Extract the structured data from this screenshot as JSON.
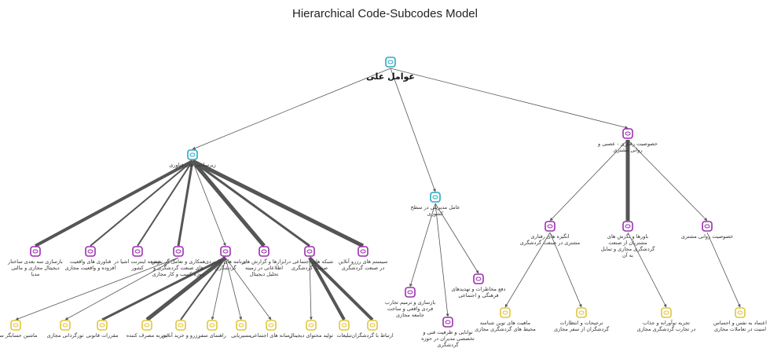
{
  "title": "Hierarchical Code-Subcodes Model",
  "colors": {
    "cyan": "#2aa8c4",
    "purple": "#9b2fae",
    "yellow": "#e0c63a",
    "edge": "#555555"
  },
  "nodes": [
    {
      "id": "root",
      "label": "عوامل علی",
      "color": "cyan"
    },
    {
      "id": "tech",
      "label": "زیرساخت های فناوری",
      "color": "cyan"
    },
    {
      "id": "mgmt",
      "label": "عامل مدیریتی در سطح کشوری",
      "color": "cyan"
    },
    {
      "id": "behav",
      "label": "خصوصیت رفتاری - عصبی و روانی مشتری",
      "color": "purple"
    },
    {
      "id": "t1",
      "label": "بازسازی سه بعدی ساختار دیجیتال مجازی و مالتی مدیا",
      "color": "purple"
    },
    {
      "id": "t2",
      "label": "فناوری های واقعیت افزوده و واقعیت مجازی",
      "color": "purple"
    },
    {
      "id": "t3",
      "label": "توسعه اینترنت اشیا در کشور",
      "color": "purple"
    },
    {
      "id": "t4",
      "label": "همکاری و تعامل گر بخش های صنعت گردشگری و حوزه کسب و کار مجازی",
      "color": "purple"
    },
    {
      "id": "t5",
      "label": "برنامه های کاربردی گردشگری",
      "color": "purple"
    },
    {
      "id": "t6",
      "label": "ابزارها و گزارش های اطلاعاتی در زمینه تحلیل دیجیتال",
      "color": "purple"
    },
    {
      "id": "t7",
      "label": "شبکه های اجتماعی در صنعت گردشگری",
      "color": "purple"
    },
    {
      "id": "t8",
      "label": "سیستم های رزرو آنلاین در صنعت گردشگری",
      "color": "purple"
    },
    {
      "id": "m1",
      "label": "بازسازی و ترمیم تجارب فردی واقعی و ساخت جامعه مجازی",
      "color": "purple"
    },
    {
      "id": "m2",
      "label": "توانایی و ظرفیت فنی و تخصصی مدیران در حوزه گردشگری",
      "color": "purple"
    },
    {
      "id": "m3",
      "label": "دفع مخاطرات و تهدیدهای فرهنگی و اجتماعی",
      "color": "purple"
    },
    {
      "id": "b1",
      "label": "انگیزه های رفتاری مشتری در صنعت گردشگری",
      "color": "purple"
    },
    {
      "id": "b2",
      "label": "باورها و نگرش های مشتریان از صنعت گردشگری مجازی و تمایل به آن",
      "color": "purple"
    },
    {
      "id": "b3",
      "label": "خصوصیت روانی مشتری",
      "color": "purple"
    },
    {
      "id": "y1",
      "label": "ماشین حسابگر سفر",
      "color": "yellow"
    },
    {
      "id": "y2",
      "label": "تورگردانی مجازی",
      "color": "yellow"
    },
    {
      "id": "y3",
      "label": "مقررات قانونی",
      "color": "yellow"
    },
    {
      "id": "y4",
      "label": "تجربه مصرف کننده",
      "color": "yellow"
    },
    {
      "id": "y5",
      "label": "رزرو و خرید آنلاین",
      "color": "yellow"
    },
    {
      "id": "y6",
      "label": "راهنمای سفر",
      "color": "yellow"
    },
    {
      "id": "y7",
      "label": "مسیریابی",
      "color": "yellow"
    },
    {
      "id": "y8",
      "label": "رسانه های اجتماعی",
      "color": "yellow"
    },
    {
      "id": "y9",
      "label": "تولید محتوای دیجیتال",
      "color": "yellow"
    },
    {
      "id": "y10",
      "label": "تبلیغات",
      "color": "yellow"
    },
    {
      "id": "y11",
      "label": "ارتباط با گردشگران",
      "color": "yellow"
    },
    {
      "id": "y12",
      "label": "ماهیت های نوین شناسه محیط های گردشگری مجازی",
      "color": "yellow"
    },
    {
      "id": "y13",
      "label": "ترجیحات و انتظارات گردشگران از سفر مجازی",
      "color": "yellow"
    },
    {
      "id": "y14",
      "label": "تجربه نوآورانه و جذاب در تجارب گردشگری مجازی",
      "color": "yellow"
    },
    {
      "id": "y15",
      "label": "اعتماد به نفس و احساس امنیت در تعاملات مجازی",
      "color": "yellow"
    }
  ],
  "edges": [
    {
      "from": "root",
      "to": "tech",
      "weight": 1
    },
    {
      "from": "root",
      "to": "mgmt",
      "weight": 1
    },
    {
      "from": "root",
      "to": "behav",
      "weight": 1
    },
    {
      "from": "tech",
      "to": "t1",
      "weight": 4
    },
    {
      "from": "tech",
      "to": "t2",
      "weight": 2
    },
    {
      "from": "tech",
      "to": "t3",
      "weight": 2
    },
    {
      "from": "tech",
      "to": "t4",
      "weight": 3
    },
    {
      "from": "tech",
      "to": "t5",
      "weight": 1
    },
    {
      "from": "tech",
      "to": "t6",
      "weight": 5
    },
    {
      "from": "tech",
      "to": "t7",
      "weight": 3
    },
    {
      "from": "tech",
      "to": "t8",
      "weight": 5
    },
    {
      "from": "mgmt",
      "to": "m1",
      "weight": 1
    },
    {
      "from": "mgmt",
      "to": "m2",
      "weight": 1
    },
    {
      "from": "mgmt",
      "to": "m3",
      "weight": 1
    },
    {
      "from": "behav",
      "to": "b1",
      "weight": 1
    },
    {
      "from": "behav",
      "to": "b2",
      "weight": 5
    },
    {
      "from": "behav",
      "to": "b3",
      "weight": 1
    },
    {
      "from": "t4",
      "to": "y1",
      "weight": 1
    },
    {
      "from": "t4",
      "to": "y2",
      "weight": 1
    },
    {
      "from": "t5",
      "to": "y3",
      "weight": 3
    },
    {
      "from": "t5",
      "to": "y4",
      "weight": 5
    },
    {
      "from": "t5",
      "to": "y5",
      "weight": 2
    },
    {
      "from": "t5",
      "to": "y6",
      "weight": 1
    },
    {
      "from": "t5",
      "to": "y7",
      "weight": 1
    },
    {
      "from": "t5",
      "to": "y8",
      "weight": 1
    },
    {
      "from": "t7",
      "to": "y9",
      "weight": 1
    },
    {
      "from": "t7",
      "to": "y10",
      "weight": 4
    },
    {
      "from": "t7",
      "to": "y11",
      "weight": 4
    },
    {
      "from": "b1",
      "to": "y12",
      "weight": 1
    },
    {
      "from": "b1",
      "to": "y13",
      "weight": 1
    },
    {
      "from": "b2",
      "to": "y14",
      "weight": 1
    },
    {
      "from": "b3",
      "to": "y15",
      "weight": 1
    }
  ]
}
